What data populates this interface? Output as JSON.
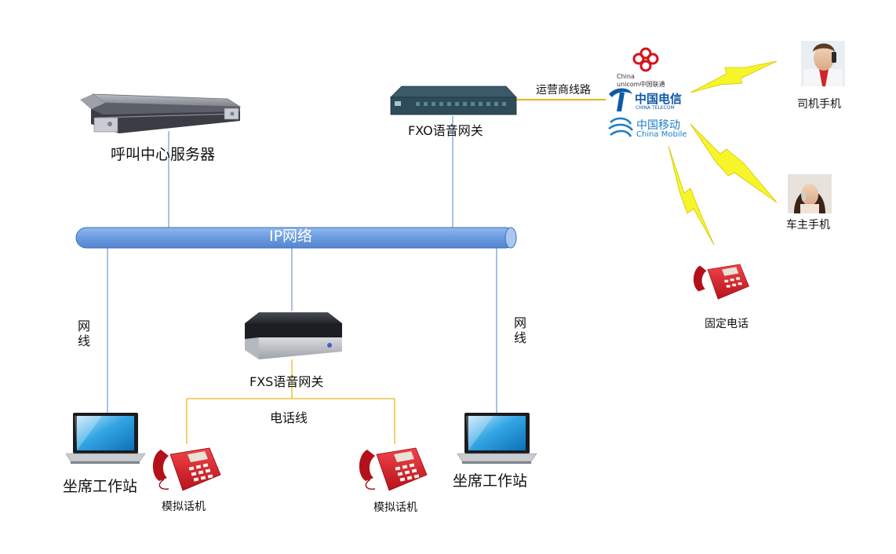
{
  "labels": {
    "call_center_server": "呼叫中心服务器",
    "fxo_gateway": "FXO语音网关",
    "carrier_line": "运营商线路",
    "ip_network": "IP网络",
    "fxs_gateway": "FXS语音网关",
    "phone_line": "电话线",
    "net_cable_left": [
      "网",
      "线"
    ],
    "net_cable_right": [
      "网",
      "线"
    ],
    "agent_workstation_left": "坐席工作站",
    "agent_workstation_right": "坐席工作站",
    "analog_phone_left": "模拟话机",
    "analog_phone_right": "模拟话机",
    "driver_phone": "司机手机",
    "owner_phone": "车主手机",
    "landline": "固定电话"
  },
  "carriers": {
    "unicom_line1": "China",
    "unicom_line2": "unicom中国联通",
    "telecom_cn": "中国电信",
    "telecom_en": "CHINA TELECOM",
    "mobile_cn": "中国移动",
    "mobile_en": "China Mobile"
  },
  "colors": {
    "ip_bar": "#6fa0e0",
    "ip_bar_edge": "#3f6fb8",
    "link_line": "#6a9bd0",
    "phone_wire": "#e8b920",
    "lightning": "#f5f52a",
    "unicom_red": "#d4141e",
    "telecom_blue": "#0f5aa8",
    "mobile_blue": "#1e7fc4"
  }
}
